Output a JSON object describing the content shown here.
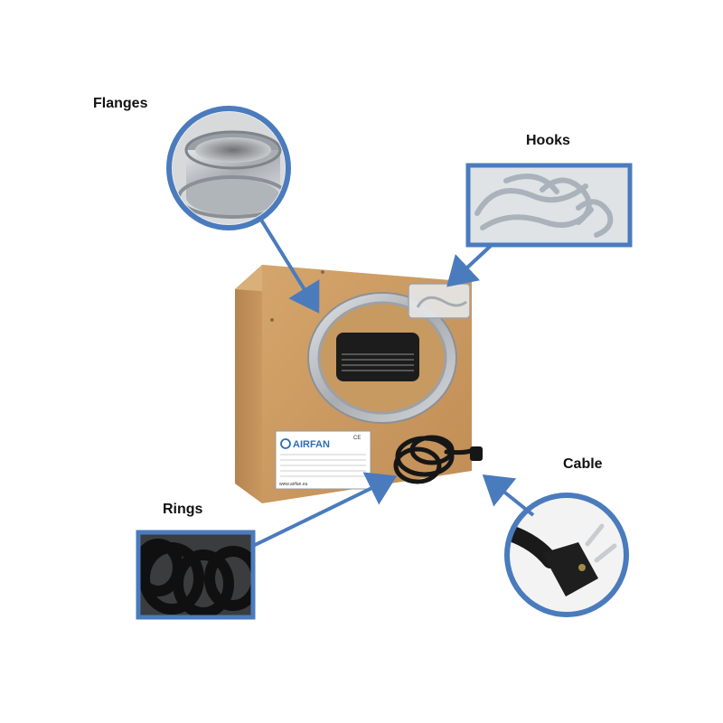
{
  "labels": {
    "flanges": "Flanges",
    "hooks": "Hooks",
    "cable": "Cable",
    "rings": "Rings"
  },
  "box": {
    "brand": "AIRFAN",
    "ce_mark": "CE",
    "website": "www.airfan.eu"
  },
  "colors": {
    "accent_blue": "#4a7bbd",
    "mdf_wood": "#c89a63",
    "metal": "#b8bcc0",
    "cable_black": "#1a1a1a"
  }
}
